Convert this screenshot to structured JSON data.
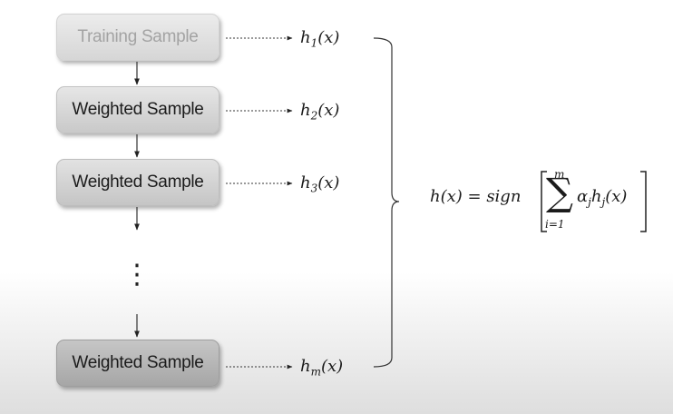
{
  "boxes": [
    {
      "label": "Training Sample"
    },
    {
      "label": "Weighted Sample"
    },
    {
      "label": "Weighted Sample"
    },
    {
      "label": "Weighted Sample"
    }
  ],
  "ellipsis": "⋮",
  "hypotheses": [
    {
      "base": "h",
      "sub": "1",
      "arg": "(x)"
    },
    {
      "base": "h",
      "sub": "2",
      "arg": "(x)"
    },
    {
      "base": "h",
      "sub": "3",
      "arg": "(x)"
    },
    {
      "base": "h",
      "sub": "m",
      "arg": "(x)"
    }
  ],
  "formula": {
    "lhs": "h(x) = sign",
    "sum_symbol": "∑",
    "sum_upper": "m",
    "sum_lower": "i=1",
    "alpha": "α",
    "alpha_sub": "j",
    "h": "h",
    "h_sub": "j",
    "arg": "(x)"
  }
}
